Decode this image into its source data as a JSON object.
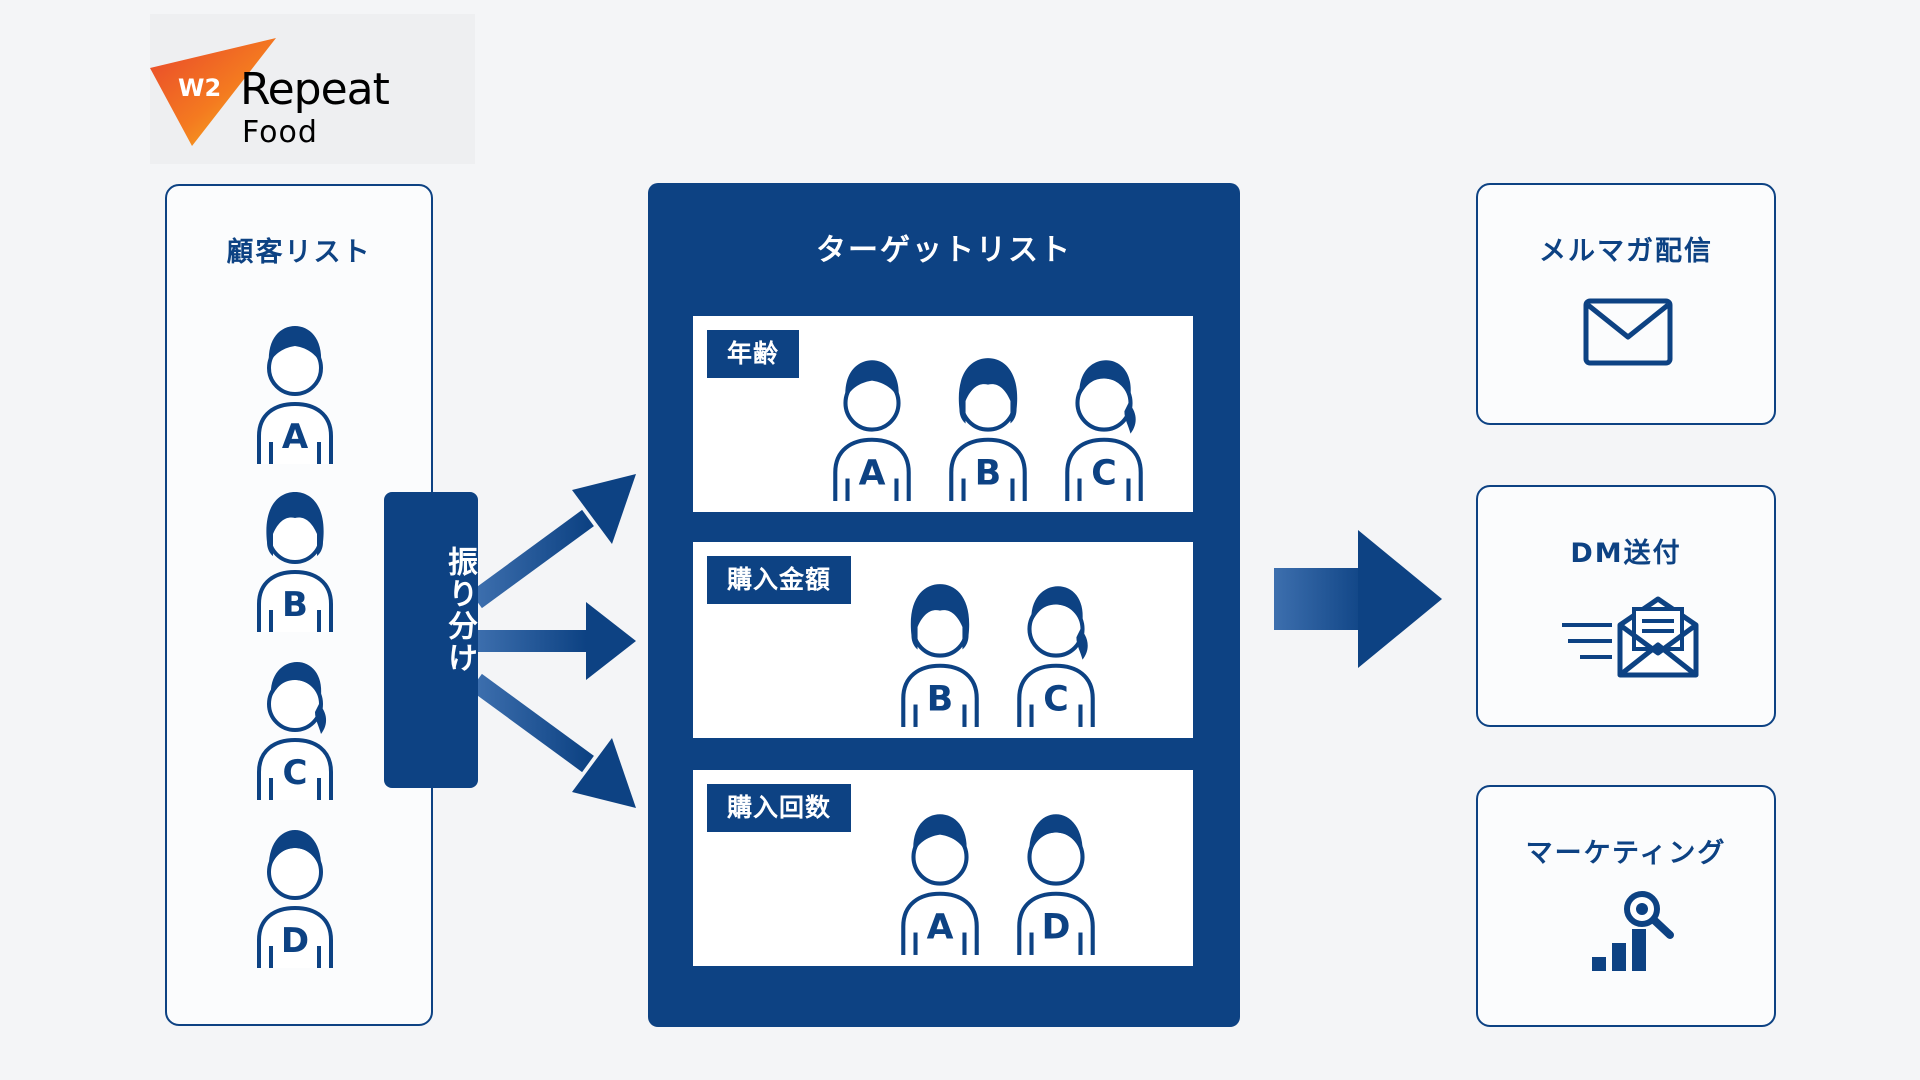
{
  "logo": {
    "brand_badge": "W2",
    "name": "Repeat",
    "sub": "Food",
    "colors": {
      "orange": "#f47a20",
      "yellow": "#f7c21c",
      "red": "#e8452c"
    }
  },
  "colors": {
    "navy": "#0d4283",
    "background": "#f4f5f7",
    "white": "#ffffff"
  },
  "customer_list": {
    "title": "顧客リスト",
    "customers": [
      {
        "letter": "A",
        "hair": "short"
      },
      {
        "letter": "B",
        "hair": "long"
      },
      {
        "letter": "C",
        "hair": "ponytail"
      },
      {
        "letter": "D",
        "hair": "bob"
      }
    ]
  },
  "sort": {
    "label": "振り分け",
    "arrows": [
      "arrow-up-right",
      "arrow-right",
      "arrow-down-right"
    ]
  },
  "target_list": {
    "title": "ターゲットリスト",
    "segments": [
      {
        "label": "年齢",
        "members": [
          "A",
          "B",
          "C"
        ]
      },
      {
        "label": "購入金額",
        "members": [
          "B",
          "C"
        ]
      },
      {
        "label": "購入回数",
        "members": [
          "A",
          "D"
        ]
      }
    ]
  },
  "outputs": [
    {
      "title": "メルマガ配信",
      "icon": "envelope-icon"
    },
    {
      "title": "DM送付",
      "icon": "dm-letter-icon"
    },
    {
      "title": "マーケティング",
      "icon": "analytics-icon"
    }
  ]
}
